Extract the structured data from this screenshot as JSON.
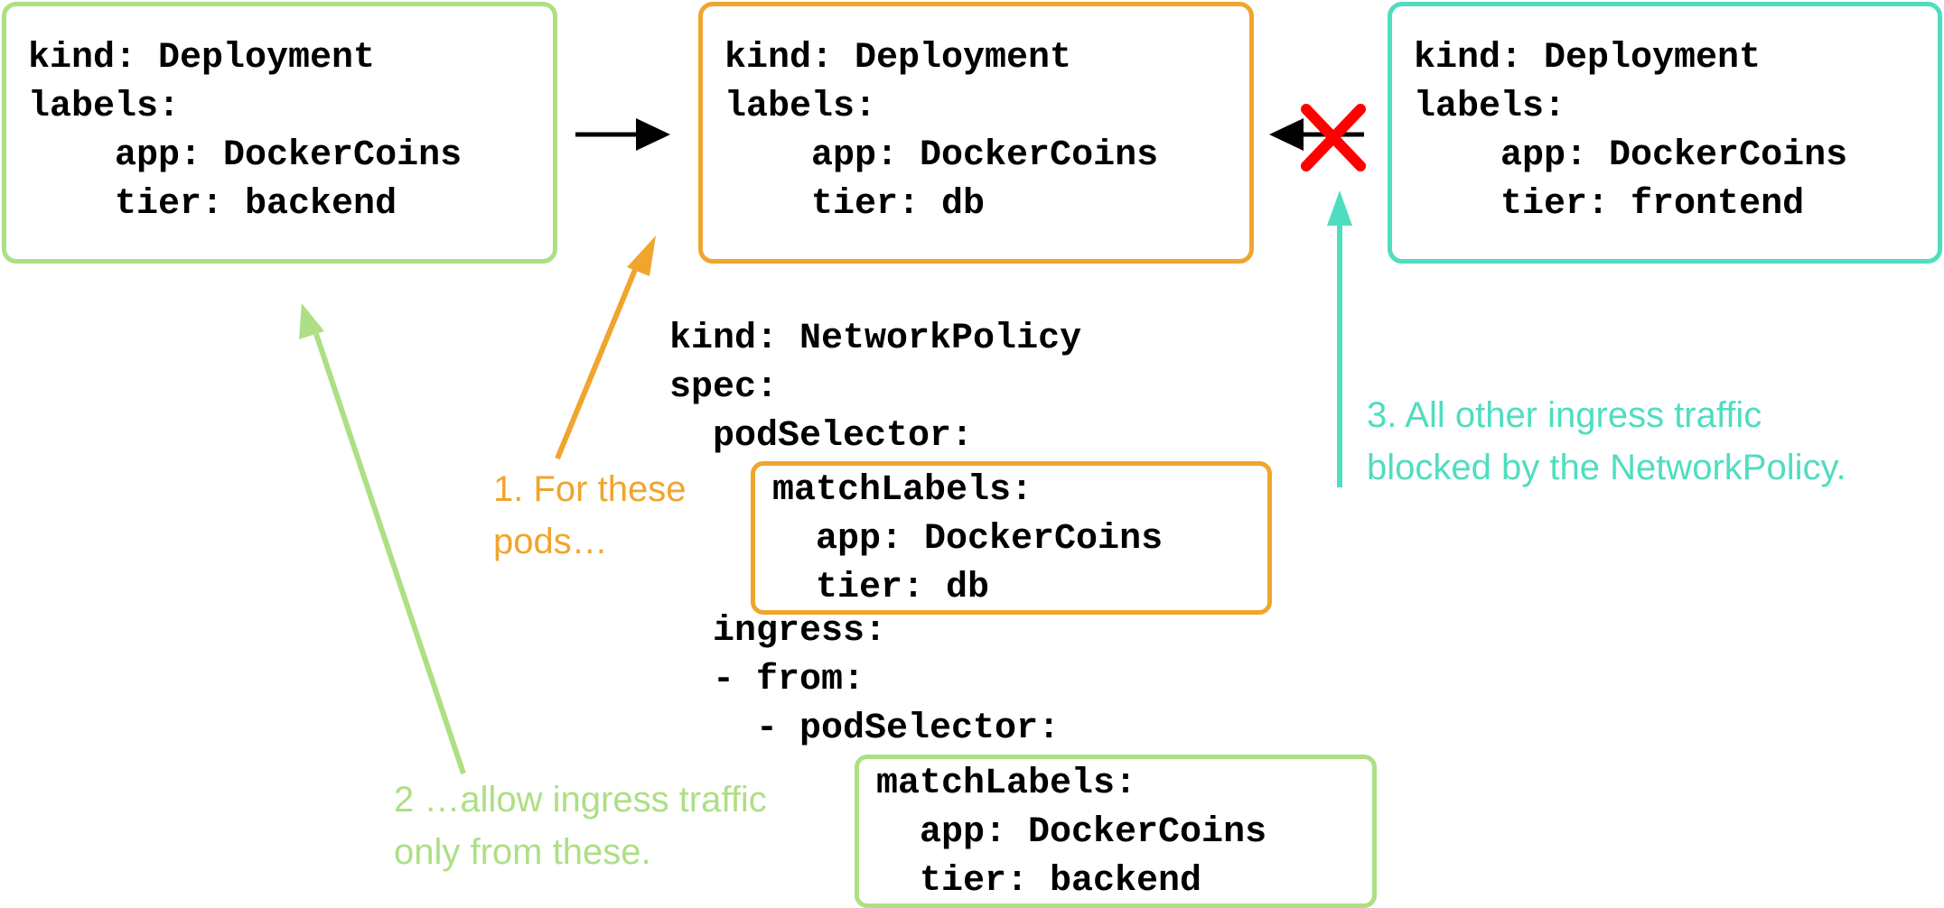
{
  "deployments": [
    {
      "id": "backend",
      "kind_line": "kind: Deployment",
      "labels_line": "labels:",
      "app_line": "    app: DockerCoins",
      "tier_line": "    tier: backend",
      "border_color": "#addf84"
    },
    {
      "id": "db",
      "kind_line": "kind: Deployment",
      "labels_line": "labels:",
      "app_line": "    app: DockerCoins",
      "tier_line": "    tier: db",
      "border_color": "#f0a52d"
    },
    {
      "id": "frontend",
      "kind_line": "kind: Deployment",
      "labels_line": "labels:",
      "app_line": "    app: DockerCoins",
      "tier_line": "    tier: frontend",
      "border_color": "#4fddc0"
    }
  ],
  "policy": {
    "kind_line": "kind: NetworkPolicy",
    "spec_line": "spec:",
    "pod_selector_line": "  podSelector:",
    "target_match": {
      "match_labels_line": "matchLabels:",
      "app_line": "  app: DockerCoins",
      "tier_line": "  tier: db"
    },
    "ingress_line": "  ingress:",
    "from_line": "  - from:",
    "ingress_pod_selector_line": "    - podSelector:",
    "source_match": {
      "match_labels_line": "matchLabels:",
      "app_line": "  app: DockerCoins",
      "tier_line": "  tier: backend"
    }
  },
  "annotations": {
    "step1": {
      "line1": "1. For these",
      "line2": "pods…"
    },
    "step2": {
      "line1": "2 …allow ingress traffic",
      "line2": "only from these."
    },
    "step3": {
      "line1": "3. All other ingress traffic",
      "line2": "blocked by the NetworkPolicy."
    }
  },
  "colors": {
    "backend_green": "#addf84",
    "db_orange": "#f0a52d",
    "frontend_teal": "#4fddc0",
    "blocked_red": "#ff0000",
    "arrow_black": "#000000"
  }
}
